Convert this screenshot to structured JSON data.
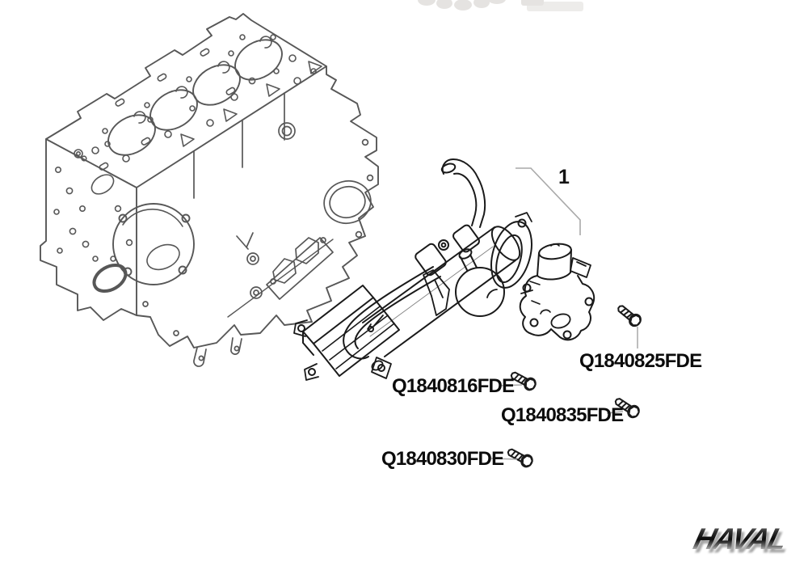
{
  "page": {
    "background_color": "#ffffff"
  },
  "diagram": {
    "callout": {
      "number": "1"
    },
    "parts": [
      {
        "label": "Q1840825FDE"
      },
      {
        "label": "Q1840816FDE"
      },
      {
        "label": "Q1840835FDE"
      },
      {
        "label": "Q1840830FDE"
      }
    ],
    "components": [
      "engine-block-line-art",
      "egr-cooler-assembly",
      "egr-valve"
    ],
    "colors": {
      "engine_line": "#575757",
      "component_line": "#1a1a1a",
      "leader_line": "#a9a9a9",
      "label_text": "#0c0c0c"
    }
  },
  "branding": {
    "logo_text": "HAVAL"
  }
}
